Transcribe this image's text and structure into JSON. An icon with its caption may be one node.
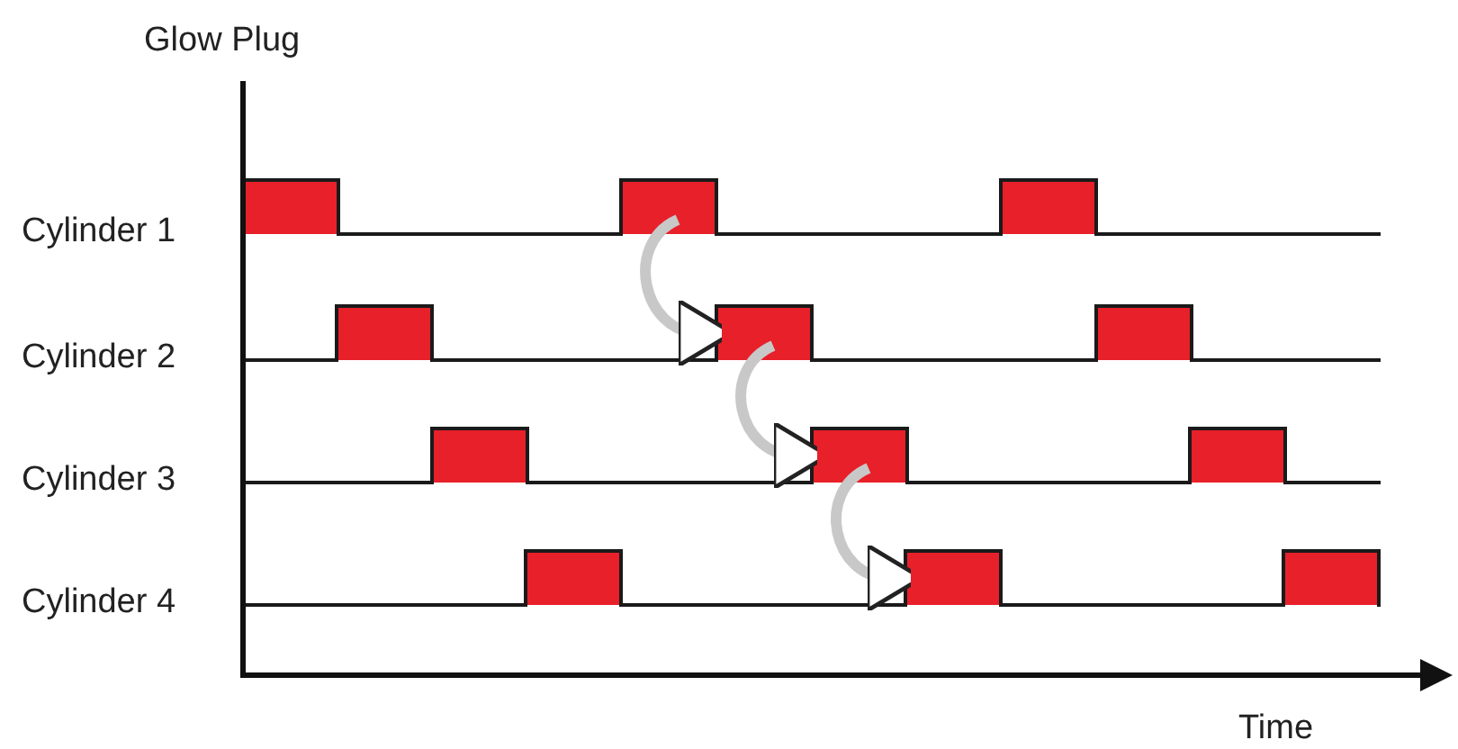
{
  "diagram": {
    "nodes": [
      {
        "text": [],
        "shape": "bar"
      },
      {
        "text": [],
        "shape": "bar"
      },
      {
        "text": [],
        "shape": "bar"
      },
      {
        "text": [],
        "shape": "bar"
      }
    ],
    "edges": [
      {
        "from": 0,
        "to": 1,
        "arrow": "to"
      },
      {
        "from": 1,
        "to": 2,
        "arrow": "to"
      },
      {
        "from": 2,
        "to": 3,
        "arrow": "to"
      }
    ],
    "labels": [
      "Glow Plug",
      "Cylinder 1",
      "Cylinder 2",
      "Cylinder 3",
      "Cylinder 4",
      "Time"
    ]
  }
}
